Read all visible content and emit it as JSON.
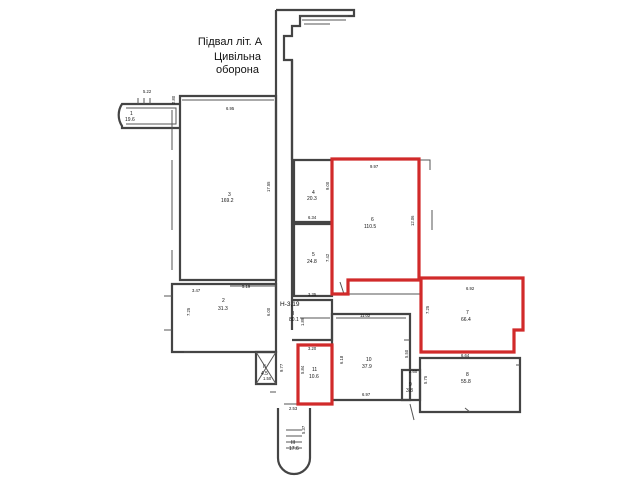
{
  "title": {
    "line1": "Підвал літ. А",
    "line2": "Цивільна",
    "line3": "оборона"
  },
  "colors": {
    "wall": "#444444",
    "highlight": "#d12a2a",
    "background": "#ffffff"
  },
  "rooms": {
    "r1": {
      "number": "1",
      "area": "19.6"
    },
    "r2": {
      "number": "2",
      "area": "31.3"
    },
    "r3": {
      "number": "3",
      "area": "169.2"
    },
    "r4": {
      "number": "4",
      "area": "20.3"
    },
    "r5": {
      "number": "5",
      "area": "24.8"
    },
    "r6": {
      "number": "6",
      "area": "110.5"
    },
    "r7": {
      "number": "7",
      "area": "66.4"
    },
    "r8": {
      "number": "8",
      "area": "55.8"
    },
    "r9": {
      "number": "9",
      "area": "3.8"
    },
    "r10": {
      "number": "10",
      "area": "37.9"
    },
    "r11": {
      "number": "11",
      "area": "10.6"
    },
    "r12": {
      "number": "I",
      "area": "80.1"
    },
    "r13": {
      "number": "II",
      "area": "4.5"
    },
    "r14": {
      "number": "III",
      "area": "17.6"
    }
  },
  "dimensions": {
    "d01": "5.22",
    "d02": "2.80",
    "d03": "6.95",
    "d04": "17.55",
    "d05": "3.47",
    "d06": "7.25",
    "d07": "5.19",
    "d08": "6.00",
    "d09": "9.00",
    "d10": "6.34",
    "d11": "7.42",
    "d12": "3.35",
    "d13": "9.97",
    "d14": "12.06",
    "d15": "6.92",
    "d16": "7.25",
    "d17": "6.64",
    "d18": "5.75",
    "d19": "11.02",
    "d20": "6.18",
    "d21": "6.97",
    "d22": "5.50",
    "d23": "3.20",
    "d24": "5.84",
    "d25": "2.60",
    "d26": "2.53",
    "d27": "5.37",
    "d28": "1.50",
    "d29": "9.77",
    "d30": "1.89"
  },
  "level_mark": "Н-3,19"
}
